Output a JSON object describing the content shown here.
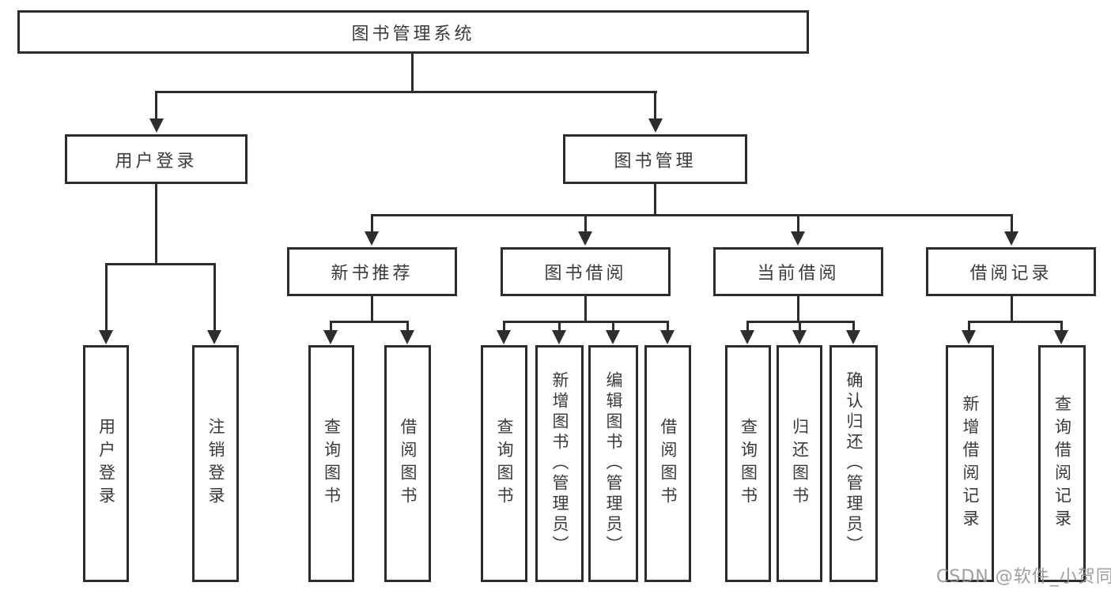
{
  "diagram": {
    "root": {
      "label": "图书管理系统"
    },
    "level2": [
      {
        "label": "用户登录"
      },
      {
        "label": "图书管理"
      }
    ],
    "level3": [
      {
        "label": "新书推荐"
      },
      {
        "label": "图书借阅"
      },
      {
        "label": "当前借阅"
      },
      {
        "label": "借阅记录"
      }
    ],
    "leaves": {
      "user_login": [
        {
          "label": "用户登录"
        },
        {
          "label": "注销登录"
        }
      ],
      "new_book": [
        {
          "label": "查询图书"
        },
        {
          "label": "借阅图书"
        }
      ],
      "book_borrow": [
        {
          "label": "查询图书"
        },
        {
          "label": "新增图书（管理员）"
        },
        {
          "label": "编辑图书（管理员）"
        },
        {
          "label": "借阅图书"
        }
      ],
      "current_borrow": [
        {
          "label": "查询图书"
        },
        {
          "label": "归还图书"
        },
        {
          "label": "确认归还（管理员）"
        }
      ],
      "borrow_record": [
        {
          "label": "新增借阅记录"
        },
        {
          "label": "查询借阅记录"
        }
      ]
    },
    "colors": {
      "line": "#2d2d2d",
      "text": "#3a3a3a",
      "background": "#ffffff",
      "watermark": "#949494"
    }
  },
  "watermark": {
    "text": "CSDN @软件_小贺同学"
  }
}
